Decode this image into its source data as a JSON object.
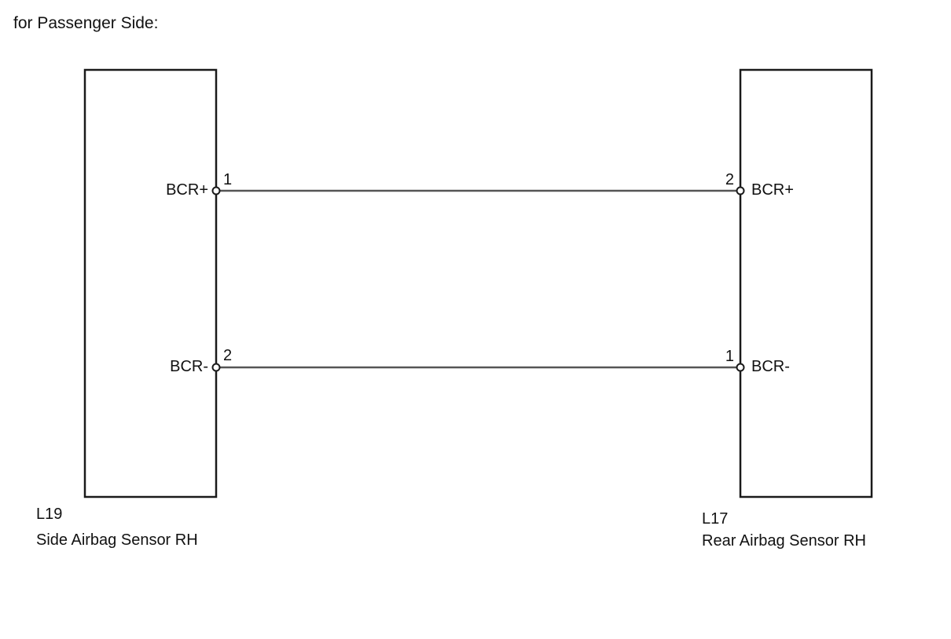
{
  "heading": "for Passenger Side:",
  "connectors": {
    "left": {
      "code": "L19",
      "name": "Side Airbag Sensor RH",
      "pins": [
        {
          "number": "1",
          "signal": "BCR+"
        },
        {
          "number": "2",
          "signal": "BCR-"
        }
      ]
    },
    "right": {
      "code": "L17",
      "name": "Rear Airbag Sensor RH",
      "pins": [
        {
          "number": "2",
          "signal": "BCR+"
        },
        {
          "number": "1",
          "signal": "BCR-"
        }
      ]
    }
  },
  "wires": [
    {
      "from": "L19-1",
      "to": "L17-2",
      "signal": "BCR+"
    },
    {
      "from": "L19-2",
      "to": "L17-1",
      "signal": "BCR-"
    }
  ]
}
